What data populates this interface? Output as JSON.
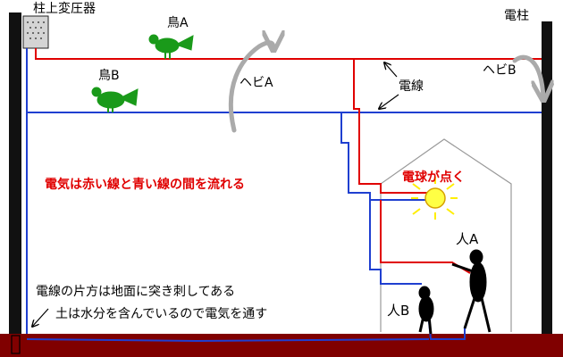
{
  "labels": {
    "transformer": "柱上変圧器",
    "utility_pole": "電柱",
    "bird_a": "鳥A",
    "bird_b": "鳥B",
    "snake_a": "ヘビA",
    "snake_b": "ヘビB",
    "power_line": "電線",
    "bulb_lit": "電球が点く",
    "person_a": "人A",
    "person_b": "人B"
  },
  "notes": {
    "current_flow": "電気は赤い線と青い線の間を流れる",
    "grounded": "電線の片方は地面に突き刺してある",
    "soil": "土は水分を含んでいるので電気を通す"
  },
  "colors": {
    "live_wire": "#e00000",
    "neutral_wire": "#1f3fd0",
    "ground": "#800000",
    "pole": "#111111",
    "bird": "#1a9a1a",
    "snake": "#aaaaaa",
    "bulb": "#ffff44"
  }
}
